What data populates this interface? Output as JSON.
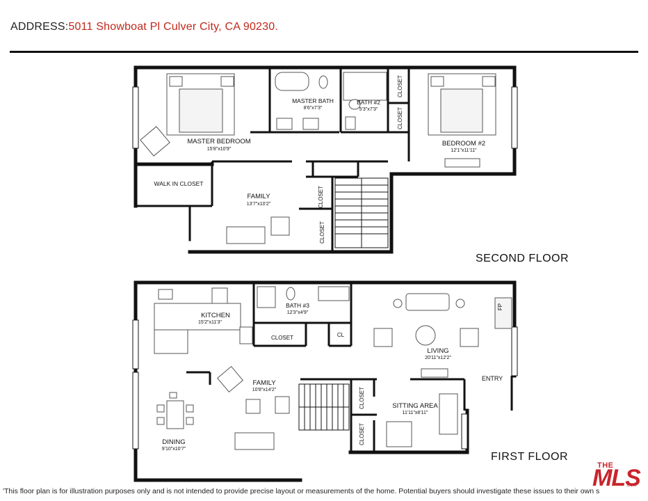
{
  "header": {
    "address_label": "ADDRESS:",
    "address_value": "5011 Showboat Pl Culver City, CA 90230."
  },
  "floors": {
    "second": "SECOND FLOOR",
    "first": "FIRST FLOOR"
  },
  "rooms": {
    "master_bedroom": {
      "name": "MASTER BEDROOM",
      "dims": "15'8\"x10'9\""
    },
    "master_bath": {
      "name": "MASTER BATH",
      "dims": "8'6\"x7'3\""
    },
    "bath2": {
      "name": "BATH #2",
      "dims": "5'3\"x7'3\""
    },
    "bedroom2": {
      "name": "BEDROOM #2",
      "dims": "12'1\"x11'11\""
    },
    "walk_in_closet": {
      "name": "WALK IN CLOSET"
    },
    "family_upper": {
      "name": "FAMILY",
      "dims": "13'7\"x10'2\""
    },
    "closet": "CLOSET",
    "kitchen": {
      "name": "KITCHEN",
      "dims": "15'2\"x11'3\""
    },
    "bath3": {
      "name": "BATH #3",
      "dims": "12'3\"x4'9\""
    },
    "cl": "CL",
    "living": {
      "name": "LIVING",
      "dims": "20'11\"x12'2\""
    },
    "fp": "FP",
    "family_lower": {
      "name": "FAMILY",
      "dims": "10'8\"x14'2\""
    },
    "entry": "ENTRY",
    "sitting_area": {
      "name": "SITTING AREA",
      "dims": "11'11\"x8'11\""
    },
    "dining": {
      "name": "DINING",
      "dims": "9'10\"x10'7\""
    }
  },
  "footer": {
    "disclaimer": "'This floor plan is for illustration purposes only and is not intended to provide precise layout or measurements of the home. Potential buyers should investigate these issues to their own s"
  },
  "logo": {
    "the": "THE",
    "mls": "MLS",
    "com": ".COM"
  },
  "colors": {
    "wall": "#111111",
    "accent_red": "#c0281c",
    "logo_red": "#c8252c",
    "fixture": "#555555"
  }
}
